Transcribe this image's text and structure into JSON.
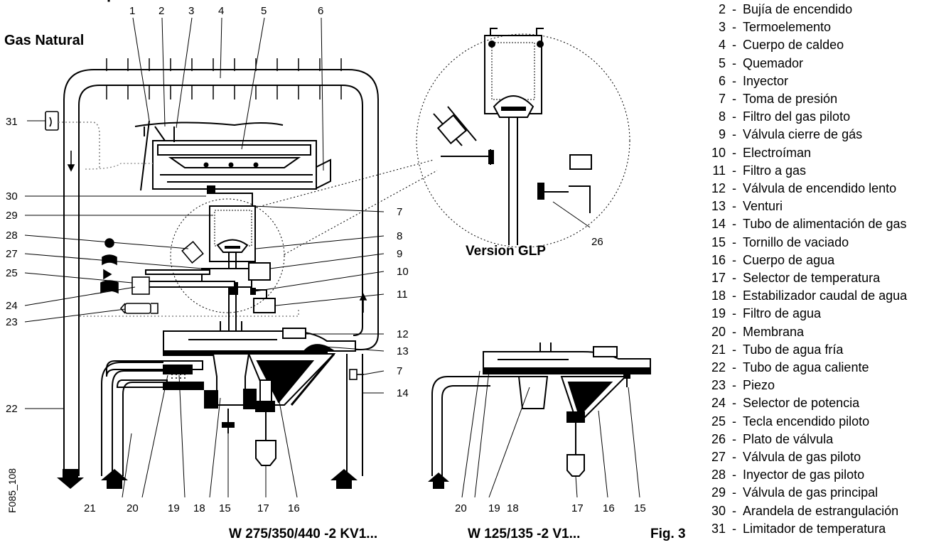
{
  "header": {
    "title_partial": "p"
  },
  "subtitle_gas": "Gas Natural",
  "version_label": "Version GLP",
  "model_main": "W 275/350/440 -2 KV1...",
  "model_small": "W 125/135 -2 V1...",
  "fig_label": "Fig. 3",
  "image_code": "F085_108",
  "top_callouts": [
    "1",
    "2",
    "3",
    "4",
    "5",
    "6"
  ],
  "left_callouts": [
    "31",
    "30",
    "29",
    "28",
    "27",
    "25",
    "24",
    "23",
    "22"
  ],
  "right_callouts": [
    "7",
    "8",
    "9",
    "10",
    "11",
    "12",
    "13",
    "7",
    "14"
  ],
  "inset_callout": "26",
  "bottom_main": [
    "21",
    "20",
    "19",
    "18",
    "15",
    "17",
    "16"
  ],
  "bottom_small": [
    "20",
    "19",
    "18",
    "17",
    "16",
    "15"
  ],
  "legend": [
    {
      "num": "2",
      "text": "Bujía de encendido"
    },
    {
      "num": "3",
      "text": "Termoelemento"
    },
    {
      "num": "4",
      "text": "Cuerpo de caldeo"
    },
    {
      "num": "5",
      "text": "Quemador"
    },
    {
      "num": "6",
      "text": "Inyector"
    },
    {
      "num": "7",
      "text": "Toma de presión"
    },
    {
      "num": "8",
      "text": "Filtro del gas piloto"
    },
    {
      "num": "9",
      "text": "Válvula cierre de gás"
    },
    {
      "num": "10",
      "text": "Electroíman"
    },
    {
      "num": "11",
      "text": "Filtro a gas"
    },
    {
      "num": "12",
      "text": "Válvula de encendido lento"
    },
    {
      "num": "13",
      "text": "Venturi"
    },
    {
      "num": "14",
      "text": "Tubo de alimentación de gas"
    },
    {
      "num": "15",
      "text": "Tornillo de vaciado"
    },
    {
      "num": "16",
      "text": "Cuerpo de agua"
    },
    {
      "num": "17",
      "text": "Selector de temperatura"
    },
    {
      "num": "18",
      "text": "Estabilizador caudal de agua"
    },
    {
      "num": "19",
      "text": "Filtro de agua"
    },
    {
      "num": "20",
      "text": "Membrana"
    },
    {
      "num": "21",
      "text": "Tubo de agua fría"
    },
    {
      "num": "22",
      "text": "Tubo de agua caliente"
    },
    {
      "num": "23",
      "text": "Piezo"
    },
    {
      "num": "24",
      "text": "Selector de potencia"
    },
    {
      "num": "25",
      "text": "Tecla encendido piloto"
    },
    {
      "num": "26",
      "text": "Plato de válvula"
    },
    {
      "num": "27",
      "text": "Válvula de gas piloto"
    },
    {
      "num": "28",
      "text": "Inyector de gas piloto"
    },
    {
      "num": "29",
      "text": "Válvula de gas principal"
    },
    {
      "num": "30",
      "text": "Arandela de estrangulación"
    },
    {
      "num": "31",
      "text": "Limitador de temperatura"
    }
  ]
}
